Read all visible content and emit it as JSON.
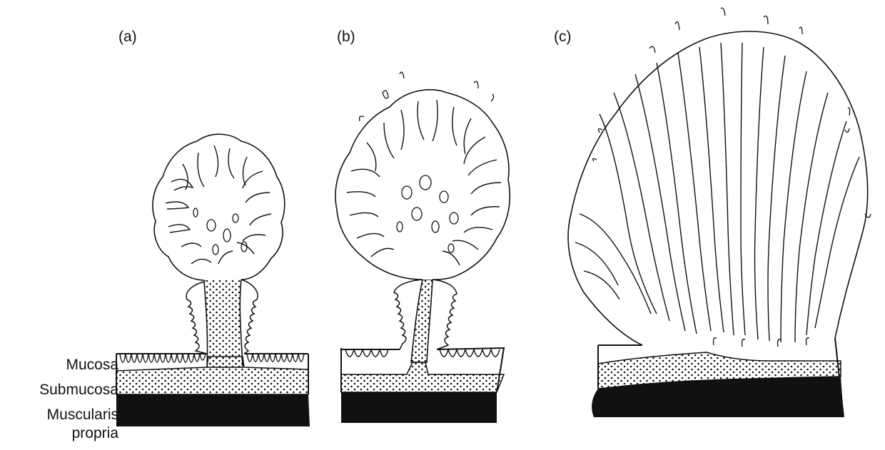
{
  "panels": [
    {
      "id": "a",
      "label": "(a)"
    },
    {
      "id": "b",
      "label": "(b)"
    },
    {
      "id": "c",
      "label": "(c)"
    }
  ],
  "layers": {
    "mucosa": "Mucosa",
    "submucosa": "Submucosa",
    "muscularis_line1": "Muscularis",
    "muscularis_line2": "propria"
  },
  "colors": {
    "ink": "#111111",
    "background": "#ffffff"
  }
}
